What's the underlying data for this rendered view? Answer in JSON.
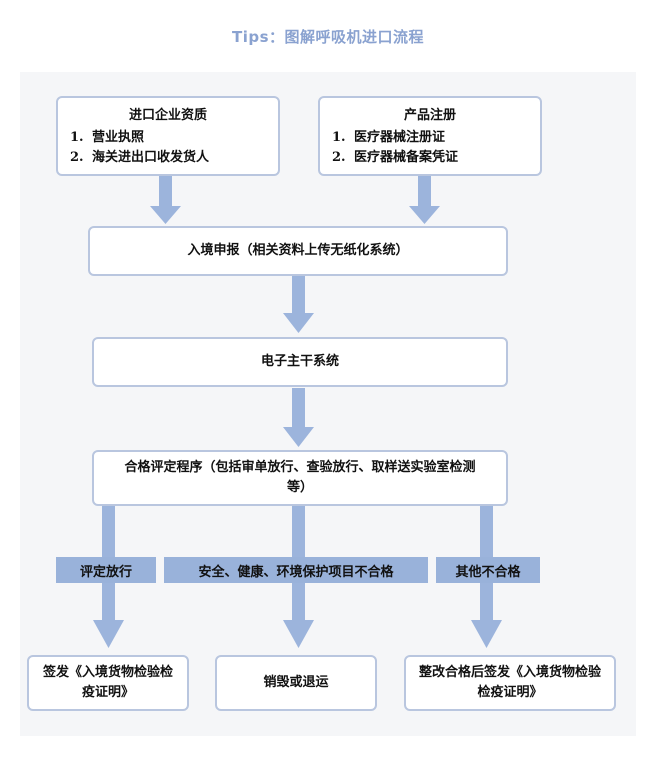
{
  "title": "Tips：图解呼吸机进口流程",
  "boxes": {
    "enterprise": {
      "title": "进口企业资质",
      "items": [
        {
          "n": "1.",
          "t": "营业执照"
        },
        {
          "n": "2.",
          "t": "海关进出口收发货人"
        }
      ]
    },
    "product": {
      "title": "产品注册",
      "items": [
        {
          "n": "1.",
          "t": "医疗器械注册证"
        },
        {
          "n": "2.",
          "t": "医疗器械备案凭证"
        }
      ]
    },
    "declare": "入境申报（相关资料上传无纸化系统）",
    "esystem": "电子主干系统",
    "assessment": "合格评定程序（包括审单放行、查验放行、取样送实验室检测等）",
    "certify": "签发《入境货物检验检疫证明》",
    "destroy": "销毁或退运",
    "rectify": "整改合格后签发《入境货物检验检疫证明》"
  },
  "labels": {
    "release": "评定放行",
    "unsafe": "安全、健康、环境保护项目不合格",
    "other": "其他不合格"
  },
  "colors": {
    "title": "#8aa2d0",
    "border": "#b9c6df",
    "arrow": "#9cb4dc",
    "label_bg": "#99b2da",
    "panel": "#f5f6f8"
  }
}
